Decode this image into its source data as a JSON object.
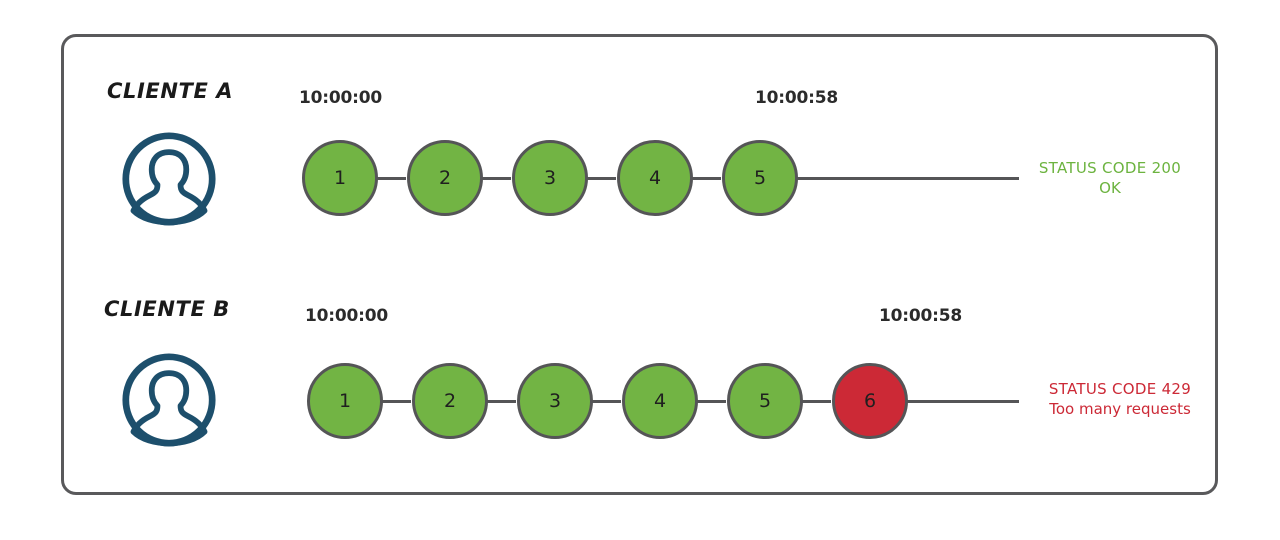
{
  "diagram": {
    "title_alt": "Rate limiting diagram",
    "colors": {
      "node_ok": "#72b444",
      "node_error": "#cc2936",
      "node_stroke": "#555557",
      "avatar": "#1d4f6c",
      "frame": "#59595b",
      "status_ok_text": "#6cb33f",
      "status_error_text": "#cc2936"
    },
    "rows": [
      {
        "client_label": "CLIENTE A",
        "avatar_icon": "user-avatar-icon",
        "time_start": "10:00:00",
        "time_end": "10:00:58",
        "nodes": [
          {
            "label": "1",
            "state": "ok"
          },
          {
            "label": "2",
            "state": "ok"
          },
          {
            "label": "3",
            "state": "ok"
          },
          {
            "label": "4",
            "state": "ok"
          },
          {
            "label": "5",
            "state": "ok"
          }
        ],
        "status_line1": "STATUS CODE 200",
        "status_line2": "OK",
        "status_state": "ok"
      },
      {
        "client_label": "CLIENTE B",
        "avatar_icon": "user-avatar-icon",
        "time_start": "10:00:00",
        "time_end": "10:00:58",
        "nodes": [
          {
            "label": "1",
            "state": "ok"
          },
          {
            "label": "2",
            "state": "ok"
          },
          {
            "label": "3",
            "state": "ok"
          },
          {
            "label": "4",
            "state": "ok"
          },
          {
            "label": "5",
            "state": "ok"
          },
          {
            "label": "6",
            "state": "err"
          }
        ],
        "status_line1": "STATUS CODE 429",
        "status_line2": "Too many requests",
        "status_state": "err"
      }
    ]
  }
}
